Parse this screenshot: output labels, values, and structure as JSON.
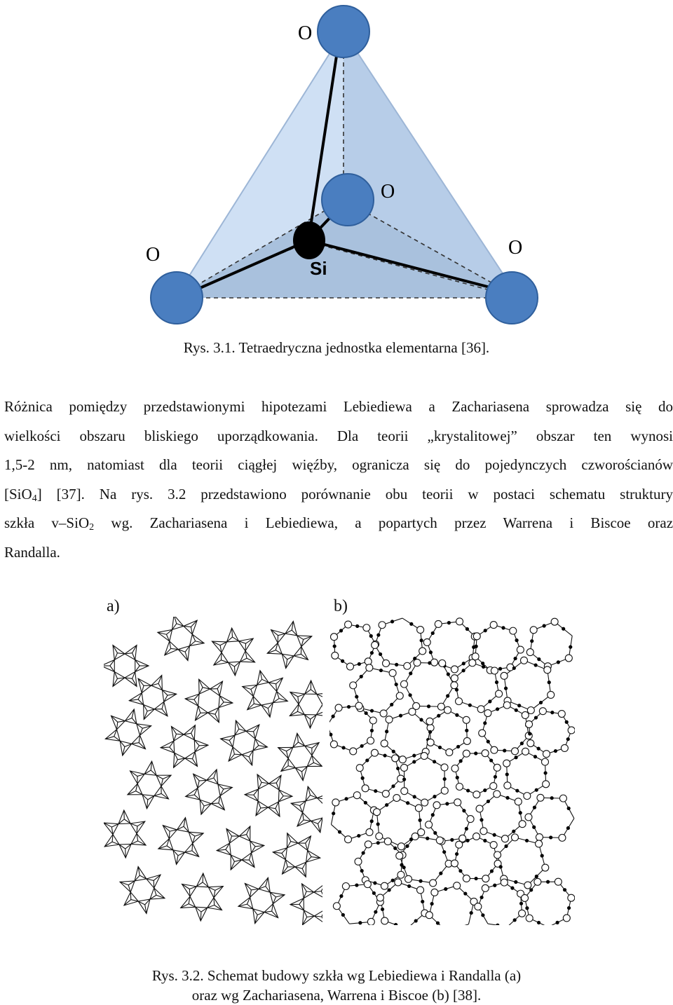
{
  "figure1": {
    "atom_labels": {
      "o_top": "O",
      "o_middle": "O",
      "o_left": "O",
      "o_right": "O",
      "si": "Si"
    },
    "colors": {
      "face_light": "#c6d9f1",
      "face_dark": "#a9c1dd",
      "oxygen": "#4a7ec0",
      "oxygen_stroke": "#2f5f9c",
      "silicon": "#000000"
    },
    "caption": "Rys. 3.1. Tetraedryczna jednostka elementarna [36]."
  },
  "paragraph": {
    "line1": "Różnica pomiędzy przedstawionymi hipotezami Lebiediewa a Zachariasena sprowadza się do",
    "line2": "wielkości obszaru bliskiego uporządkowania. Dla teorii „krystalitowej” obszar ten wynosi",
    "line3": "1,5-2 nm, natomiast dla teorii ciągłej więźby, ogranicza się do pojedynczych czworościanów",
    "line4_a": "[SiO",
    "line4_sub": "4",
    "line4_b": "] [37]. Na rys. 3.2 przedstawiono porównanie obu teorii w postaci schematu struktury",
    "line5_a": "szkła v–SiO",
    "line5_sub": "2",
    "line5_b": " wg. Zachariasena i Lebiediewa, a popartych przez Warrena i Biscoe oraz",
    "line6": "Randalla."
  },
  "figure2": {
    "label_a": "a)",
    "label_b": "b)",
    "caption_line1": "Rys. 3.2. Schemat budowy szkła wg Lebiediewa i Randalla (a)",
    "caption_line2": "oraz wg Zachariasena, Warrena i Biscoe (b) [38]."
  }
}
